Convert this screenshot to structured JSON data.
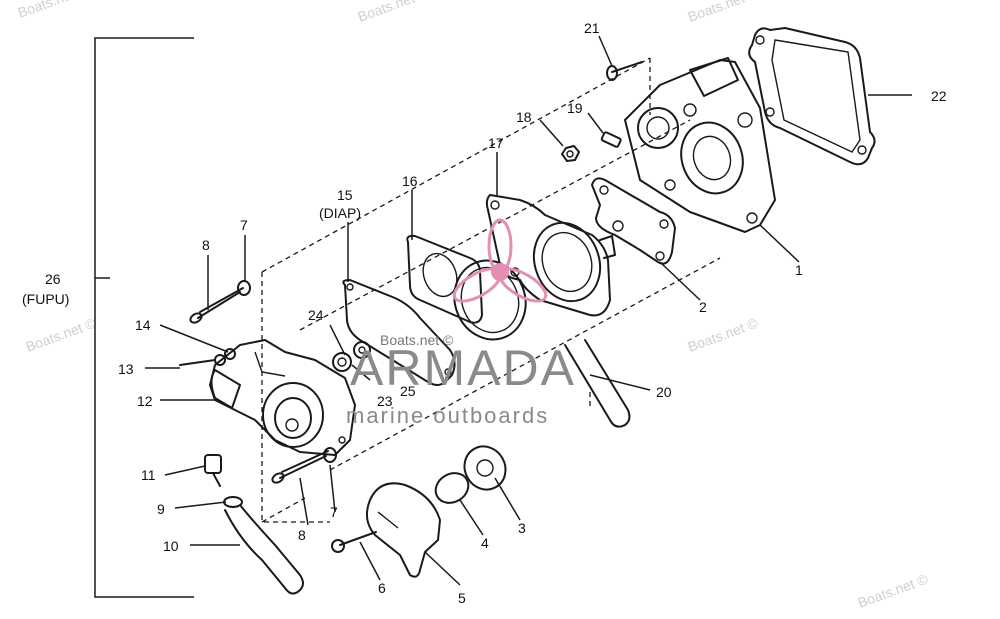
{
  "labels": {
    "l1": "1",
    "l2": "2",
    "l3": "3",
    "l4": "4",
    "l5": "5",
    "l6": "6",
    "l7a": "7",
    "l7b": "7",
    "l8a": "8",
    "l8b": "8",
    "l9": "9",
    "l10": "10",
    "l11": "11",
    "l12": "12",
    "l13": "13",
    "l14": "14",
    "l15": "15",
    "l15b": "(DIAP)",
    "l16": "16",
    "l17": "17",
    "l18": "18",
    "l19": "19",
    "l20": "20",
    "l21": "21",
    "l22": "22",
    "l23": "23",
    "l24": "24",
    "l25": "25",
    "l26": "26",
    "l26b": "(FUPU)"
  },
  "watermark": {
    "text": "Boats.net ©",
    "brand": "ARMADA",
    "brand_sub": "marine outboards",
    "brand_color": "#e38fb5"
  }
}
